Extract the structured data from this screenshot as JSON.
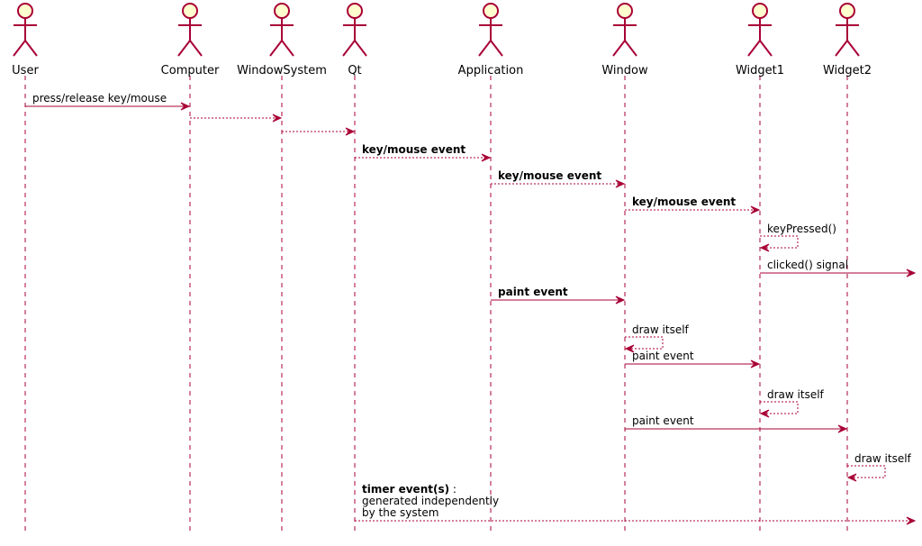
{
  "diagram": {
    "type": "sequence",
    "colors": {
      "line": "#A80036",
      "actor_fill": "#FEFECE",
      "text": "#000000"
    },
    "actors": [
      "User",
      "Computer",
      "WindowSystem",
      "Qt",
      "Application",
      "Window",
      "Widget1",
      "Widget2"
    ],
    "messages": [
      {
        "from": "User",
        "to": "Computer",
        "lines": [
          "press/release key/mouse"
        ],
        "style": "solid",
        "bold": false
      },
      {
        "from": "Computer",
        "to": "WindowSystem",
        "lines": [],
        "style": "dashed",
        "bold": false
      },
      {
        "from": "WindowSystem",
        "to": "Qt",
        "lines": [],
        "style": "dashed",
        "bold": false
      },
      {
        "from": "Qt",
        "to": "Application",
        "lines": [
          "key/mouse event"
        ],
        "style": "dashed",
        "bold": true
      },
      {
        "from": "Application",
        "to": "Window",
        "lines": [
          "key/mouse event"
        ],
        "style": "dashed",
        "bold": true
      },
      {
        "from": "Window",
        "to": "Widget1",
        "lines": [
          "key/mouse event"
        ],
        "style": "dashed",
        "bold": true
      },
      {
        "from": "Widget1",
        "to": "Widget1",
        "lines": [
          "keyPressed()"
        ],
        "style": "dashed",
        "bold": false
      },
      {
        "from": "Widget1",
        "to": "edge",
        "lines": [
          "clicked() signal"
        ],
        "style": "solid",
        "bold": false
      },
      {
        "from": "Application",
        "to": "Window",
        "lines": [
          "paint event"
        ],
        "style": "solid",
        "bold": true
      },
      {
        "from": "Window",
        "to": "Window",
        "lines": [
          "draw itself"
        ],
        "style": "dashed",
        "bold": false
      },
      {
        "from": "Window",
        "to": "Widget1",
        "lines": [
          "paint event"
        ],
        "style": "solid",
        "bold": false
      },
      {
        "from": "Widget1",
        "to": "Widget1",
        "lines": [
          "draw itself"
        ],
        "style": "dashed",
        "bold": false
      },
      {
        "from": "Window",
        "to": "Widget2",
        "lines": [
          "paint event"
        ],
        "style": "solid",
        "bold": false
      },
      {
        "from": "Widget2",
        "to": "Widget2",
        "lines": [
          "draw itself"
        ],
        "style": "dashed",
        "bold": false
      },
      {
        "from": "Qt",
        "to": "edge",
        "lines": [
          "timer event(s)",
          "generated independently",
          "by the system"
        ],
        "first_line_suffix": " :",
        "style": "dashed",
        "bold": false,
        "bold_first_line": true
      }
    ]
  }
}
